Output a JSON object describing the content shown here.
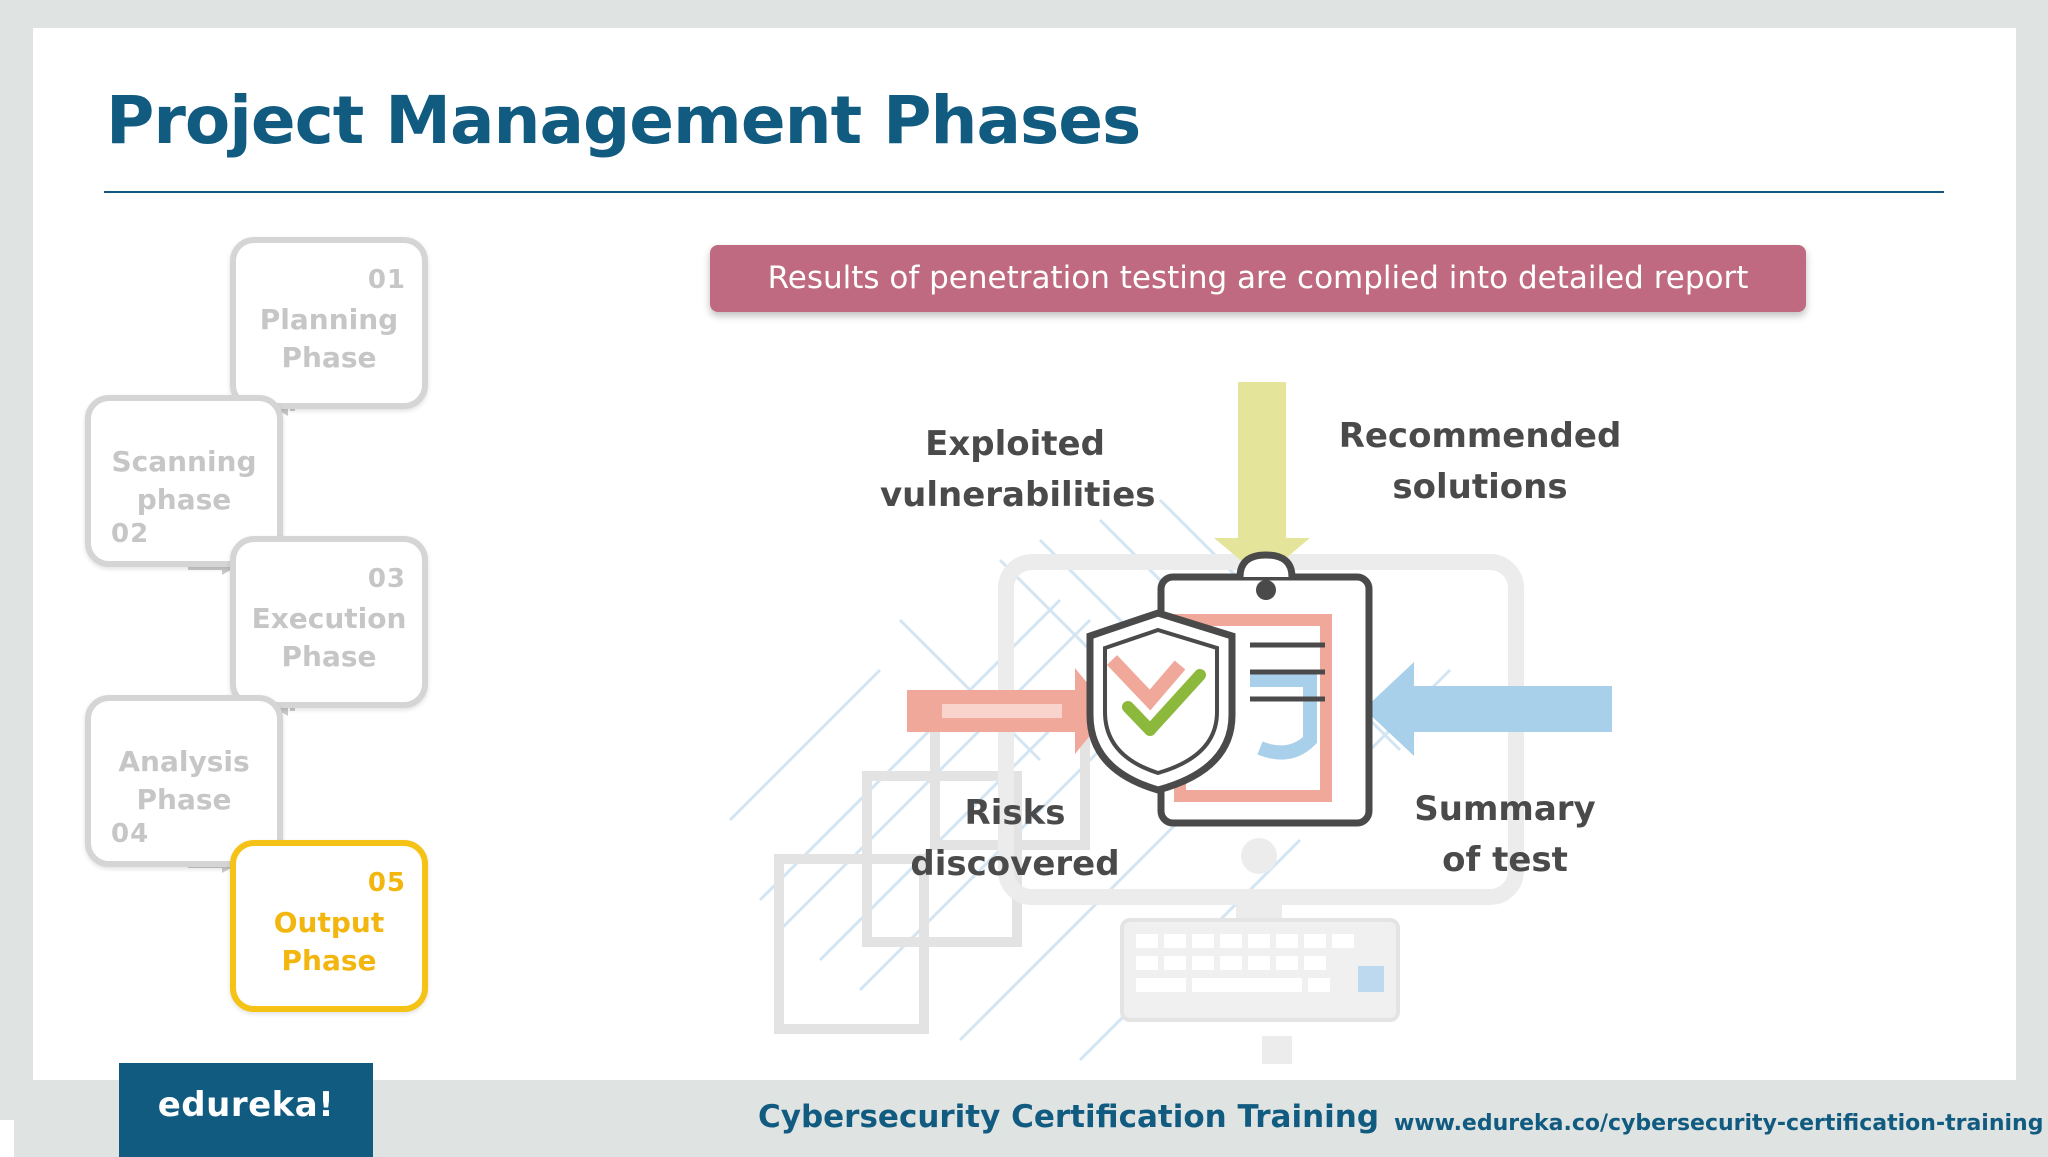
{
  "slide": {
    "title": "Project Management Phases"
  },
  "phases": [
    {
      "number": "01",
      "label_line1": "Planning",
      "label_line2": "Phase",
      "active": false
    },
    {
      "number": "02",
      "label_line1": "Scanning",
      "label_line2": "phase",
      "active": false
    },
    {
      "number": "03",
      "label_line1": "Execution",
      "label_line2": "Phase",
      "active": false
    },
    {
      "number": "04",
      "label_line1": "Analysis",
      "label_line2": "Phase",
      "active": false
    },
    {
      "number": "05",
      "label_line1": "Output",
      "label_line2": "Phase",
      "active": true
    }
  ],
  "banner": {
    "text": "Results of penetration testing are complied into detailed report"
  },
  "illustration": {
    "top_left_line1": "Exploited",
    "top_left_line2": "vulnerabilities",
    "top_right_line1": "Recommended",
    "top_right_line2": "solutions",
    "bottom_left_line1": "Risks",
    "bottom_left_line2": "discovered",
    "bottom_right_line1": "Summary",
    "bottom_right_line2": "of test",
    "icons": [
      "shield-check-icon",
      "clipboard-report-icon",
      "monitor-icon",
      "keyboard-icon"
    ],
    "arrow_colors": {
      "top": "#e4e49a",
      "left": "#f0a89a",
      "right": "#a9d0ea"
    }
  },
  "footer": {
    "logo": "edureka!",
    "course": "Cybersecurity Certification Training",
    "url": "www.edureka.co/cybersecurity-certification-training"
  },
  "colors": {
    "brand": "#115b80",
    "banner": "#bf6a80",
    "active_phase": "#f5c216",
    "inactive_phase": "#d5d5d5"
  }
}
